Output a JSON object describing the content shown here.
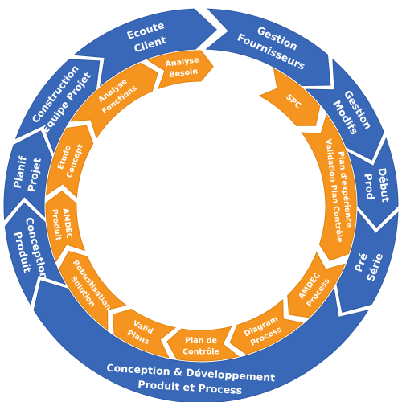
{
  "colors": {
    "blue": "#3a68b8",
    "blue_edge": "#2d5aa6",
    "orange": "#f5941e",
    "orange_edge": "#e0820f",
    "background": "#ffffff"
  },
  "outer_ring": [
    {
      "id": "ecoute-client",
      "lines": [
        "Ecoute",
        "Client"
      ]
    },
    {
      "id": "gestion-fournisseurs",
      "lines": [
        "Gestion",
        "Fournisseurs"
      ]
    },
    {
      "id": "gestion-modifs",
      "lines": [
        "Gestion",
        "Modifs"
      ]
    },
    {
      "id": "debut-prod",
      "lines": [
        "Début",
        "Prod"
      ]
    },
    {
      "id": "pre-serie",
      "lines": [
        "Pré",
        "Série"
      ]
    },
    {
      "id": "conception-developpement",
      "lines": [
        "Conception & Développement",
        "Produit et Process"
      ]
    },
    {
      "id": "conception-produit",
      "lines": [
        "Conception",
        "Produit"
      ]
    },
    {
      "id": "planif-projet",
      "lines": [
        "Planif",
        "Projet"
      ]
    },
    {
      "id": "construction-equipe-projet",
      "lines": [
        "Construction",
        "Equipe Projet"
      ]
    }
  ],
  "inner_ring": [
    {
      "id": "analyse-besoin",
      "lines": [
        "Analyse",
        "Besoin"
      ]
    },
    {
      "id": "spc",
      "lines": [
        "SPC"
      ]
    },
    {
      "id": "plan-experience",
      "lines": [
        "Plan d'expérience",
        "Validation Plan Contrôle"
      ]
    },
    {
      "id": "amdec-process",
      "lines": [
        "AMDEC",
        "Process"
      ]
    },
    {
      "id": "diagram-process",
      "lines": [
        "Diagram",
        "Process"
      ]
    },
    {
      "id": "plan-de-controle",
      "lines": [
        "Plan de",
        "Contrôle"
      ]
    },
    {
      "id": "valid-plans",
      "lines": [
        "Valid",
        "Plans"
      ]
    },
    {
      "id": "robustisation-solution",
      "lines": [
        "Robustisation",
        "Solution"
      ]
    },
    {
      "id": "amdec-produit",
      "lines": [
        "AMDEC",
        "Produit"
      ]
    },
    {
      "id": "etude-concept",
      "lines": [
        "Etude",
        "Concept"
      ]
    },
    {
      "id": "analyse-fonctions",
      "lines": [
        "Analyse",
        "Fonctions"
      ]
    }
  ]
}
